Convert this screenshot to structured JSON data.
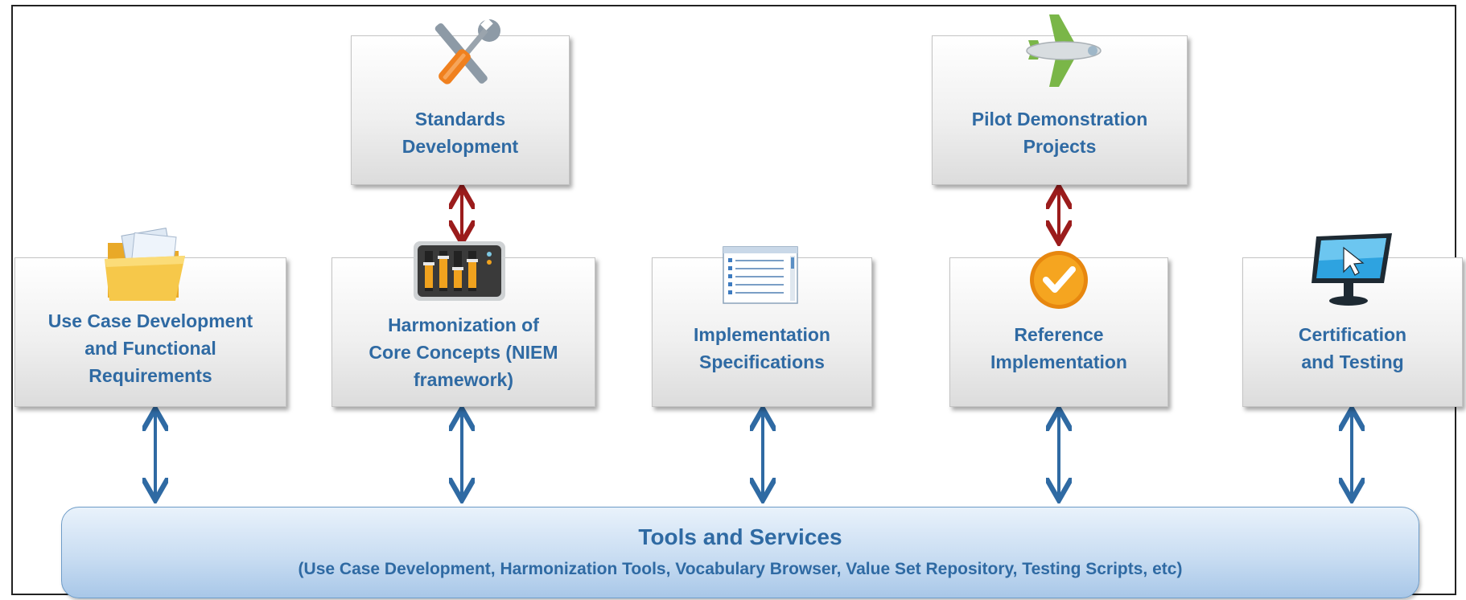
{
  "boxes": {
    "use_case": "Use Case Development\nand Functional\nRequirements",
    "harmonization": "Harmonization of\nCore Concepts (NIEM\nframework)",
    "implementation": "Implementation\nSpecifications",
    "reference": "Reference\nImplementation",
    "certification": "Certification\nand Testing",
    "standards": "Standards\nDevelopment",
    "pilot": "Pilot Demonstration\nProjects"
  },
  "tools": {
    "title": "Tools and Services",
    "subtitle": "(Use Case Development, Harmonization Tools, Vocabulary Browser, Value Set Repository, Testing Scripts, etc)"
  },
  "colors": {
    "label": "#2f6aa3",
    "arrow_blue": "#2f6aa3",
    "arrow_red": "#9b1c1c"
  },
  "icons": {
    "standards": "tools-icon",
    "pilot": "airplane-icon",
    "use_case": "folder-icon",
    "harmonization": "equalizer-icon",
    "implementation": "document-list-icon",
    "reference": "checkmark-icon",
    "certification": "monitor-cursor-icon"
  }
}
